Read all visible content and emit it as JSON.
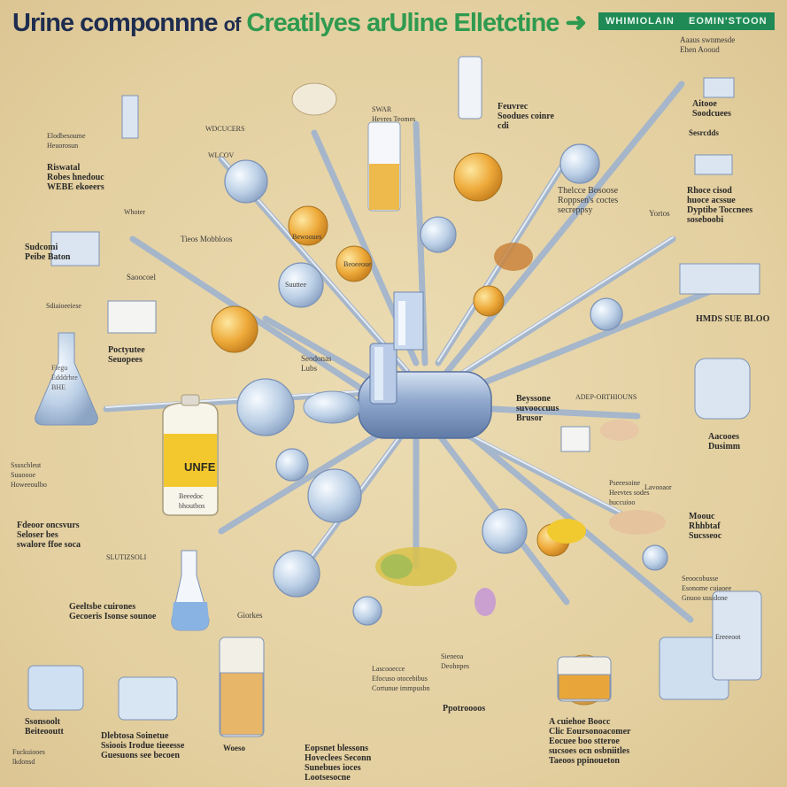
{
  "title": {
    "part1": "Urine componnne",
    "part2": "of",
    "part3": "Creatilyes ar",
    "part4": "Uline Elletctine",
    "arrow": "➜"
  },
  "badges": [
    "WHIMIOLAIN",
    "EOMIN'STOON"
  ],
  "labels": [
    "Aaaus swnmesde\nEhen Aooud",
    "Aitooe\nSoodcuees",
    "Feuvrec\nSoodues coinre\ncdi",
    "SWAR\nHevres Teomes",
    "Elodbesoume\nHeuorosun",
    "WDCUCERS",
    "Riswatal\nRobes hnedouc\nWEBE ekoeers",
    "WLCOV",
    "Tieos Mobbloos",
    "Sudcomi\nPeibe Baton",
    "Saoocoel",
    "Whoter",
    "Poctyutee\nSeuopees",
    "Sdiaioeeiese",
    "Fiegu\nEdddrbre\nBHE",
    "Thelcce Bosoose\nRoppsen's coctes\nsecreppsy",
    "Sesrcdds",
    "Yortos",
    "Rhoce cisod\nhuoce acssue\nDyptibe Toccnees\nsoseboobi",
    "Aacooes\nDusimm",
    "HMDS SUE BLOO",
    "Seodonas\nLubs",
    "Beyssone\nsuvooccuus\nBrusor",
    "ADEP-ORTHIOUNS",
    "Fdeoor oncsvurs\nSeloser bes\nswalore ffoe soca",
    "SLUTIZSOLI",
    "Geeltsbe cuirones\nGecoeris Isonse sounoe",
    "Giorkes",
    "Ssonsoolt\nBeiteooutt",
    "Dlebtosa Soinetue\nSsioois Irodue tieeesse\nGuesuons see becoen",
    "Woeso",
    "Ppotroooos",
    "Eopsnet blessons\nHoveclees Seconn\nSunebues ioces\nLootsesocne",
    "Sieneoa\nDeohnpes",
    "Lavooaor",
    "Moouc\nRhhbtaf\nSucsseoc",
    "Seoocobusse\nEsonome cuiaoee\nGnuoo ussidone",
    "Pseeesoine\nHeevtes sodes\nhuccuioo",
    "Ereeeoot",
    "Ssuscbleut\nSuuoooe\nHoweeoulbo",
    "Fuckuiooes\nlkdonsd",
    "Beeedoc\nbhoutbos",
    "A cuiehoe Boocc\nClic Eoursonoacomer\nEocuee boo stteroe\nsucsoes ocn osbniitles\nTaeoos ppinoueton",
    "Lascooecce\nEfocuso otocebibus\nCortunue immpusbn"
  ],
  "center_tank_label": "UNFE",
  "inner_labels": [
    "Bewooues",
    "Beoeeoue",
    "Suuttee"
  ],
  "colors": {
    "background": "#e3cf9f",
    "tube": "#c9d7e8",
    "glass": "#b8cde6",
    "urine": "#e8a63a",
    "yellow": "#f1d23c",
    "accent_green": "#2f9a4f",
    "title_navy": "#1e2d4f",
    "badge_green": "#1f8a55"
  }
}
